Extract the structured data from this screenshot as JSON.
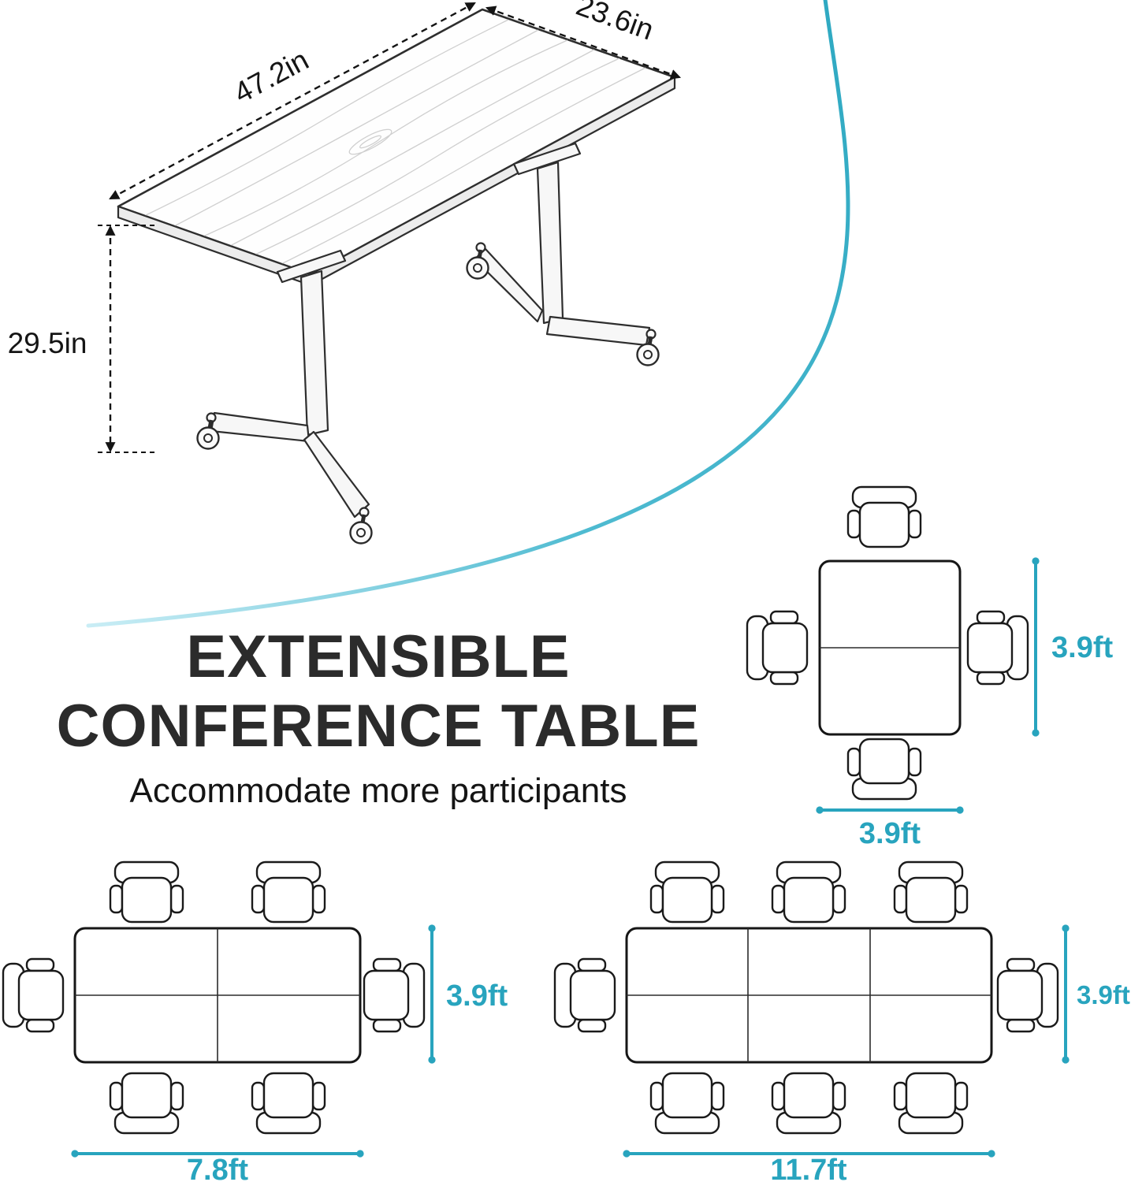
{
  "colors": {
    "accent": "#28a4be",
    "ink": "#141414"
  },
  "product": {
    "length_label": "47.2in",
    "width_label": "23.6in",
    "height_label": "29.5in"
  },
  "heading": {
    "title_line1": "EXTENSIBLE",
    "title_line2": "CONFERENCE TABLE",
    "subtitle": "Accommodate more participants"
  },
  "layouts": {
    "four_seat": {
      "depth_label": "3.9ft",
      "width_label": "3.9ft"
    },
    "six_seat": {
      "depth_label": "3.9ft",
      "width_label": "7.8ft"
    },
    "eight_seat": {
      "depth_label": "3.9ft",
      "width_label": "11.7ft"
    }
  }
}
